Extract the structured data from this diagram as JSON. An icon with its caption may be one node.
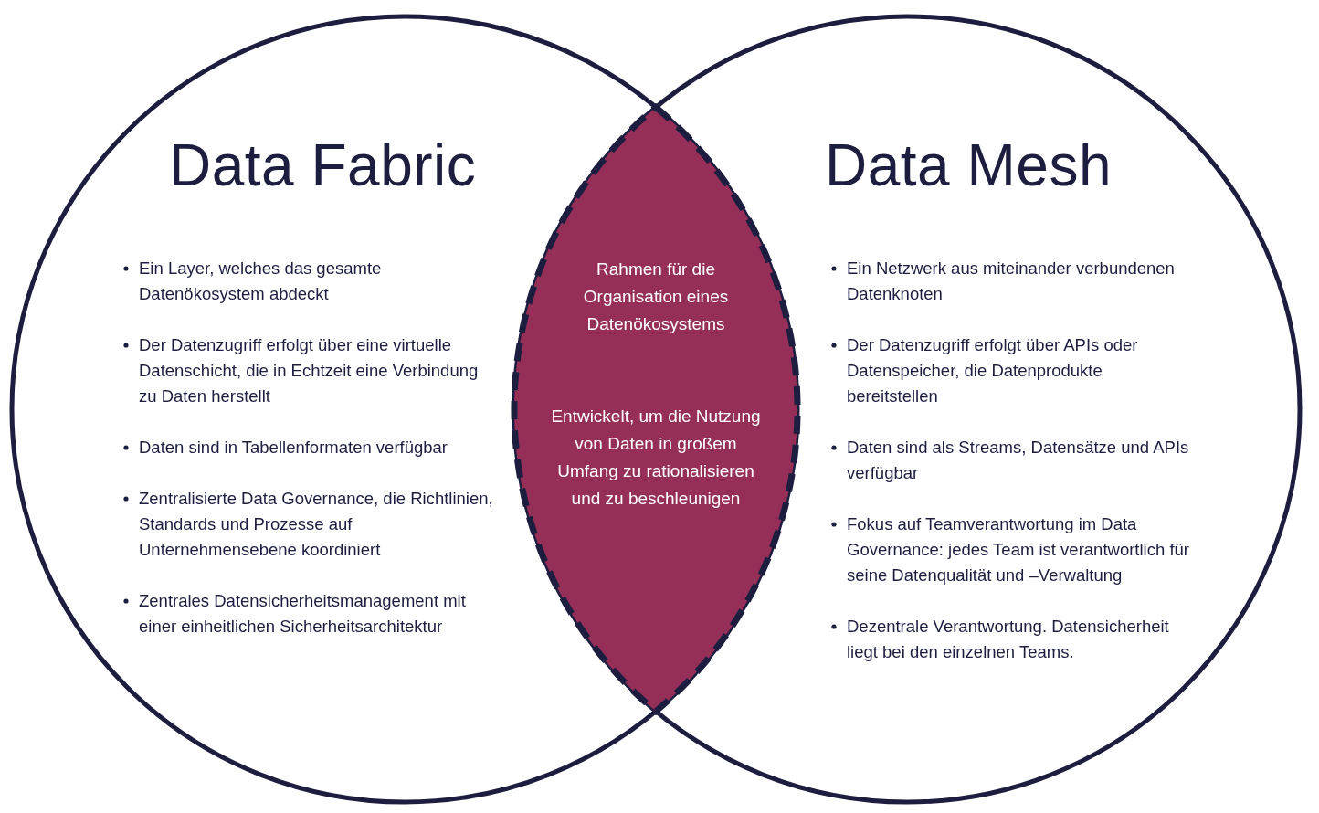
{
  "diagram": {
    "nodes": [
      {
        "text": [
          "Data Fabric",
          "Ein Layer, welches das gesamte Datenökosystem abdeckt",
          "Der Datenzugriff erfolgt über eine virtuelle Datenschicht, die in Echtzeit eine Verbindung zu Daten herstellt",
          "Daten sind in Tabellenformaten verfügbar",
          "Zentralisierte Data Governance, die Richtlinien, Standards und Prozesse auf Unternehmensebene koordiniert",
          "Zentrales Datensicherheitsmanagement mit einer einheitlichen Sicherheitsarchitektur"
        ]
      },
      {
        "text": [
          "Data Mesh",
          "Ein Netzwerk aus miteinander verbundenen Datenknoten",
          "Der Datenzugriff erfolgt über APIs oder Datenspeicher, die Datenprodukte bereitstellen",
          "Daten sind als Streams, Datensätze und APIs verfügbar",
          "Fokus auf Teamverantwortung im Data Governance: jedes Team ist verantwortlich für seine Datenqualität und –Verwaltung",
          "Dezentrale Verantwortung. Datensicherheit liegt bei den einzelnen Teams."
        ]
      },
      {
        "text": [
          "Rahmen für die Organisation eines Datenökosystems",
          "Entwickelt, um die Nutzung von Daten in großem Umfang zu rationalisieren und zu beschleunigen"
        ]
      }
    ]
  }
}
